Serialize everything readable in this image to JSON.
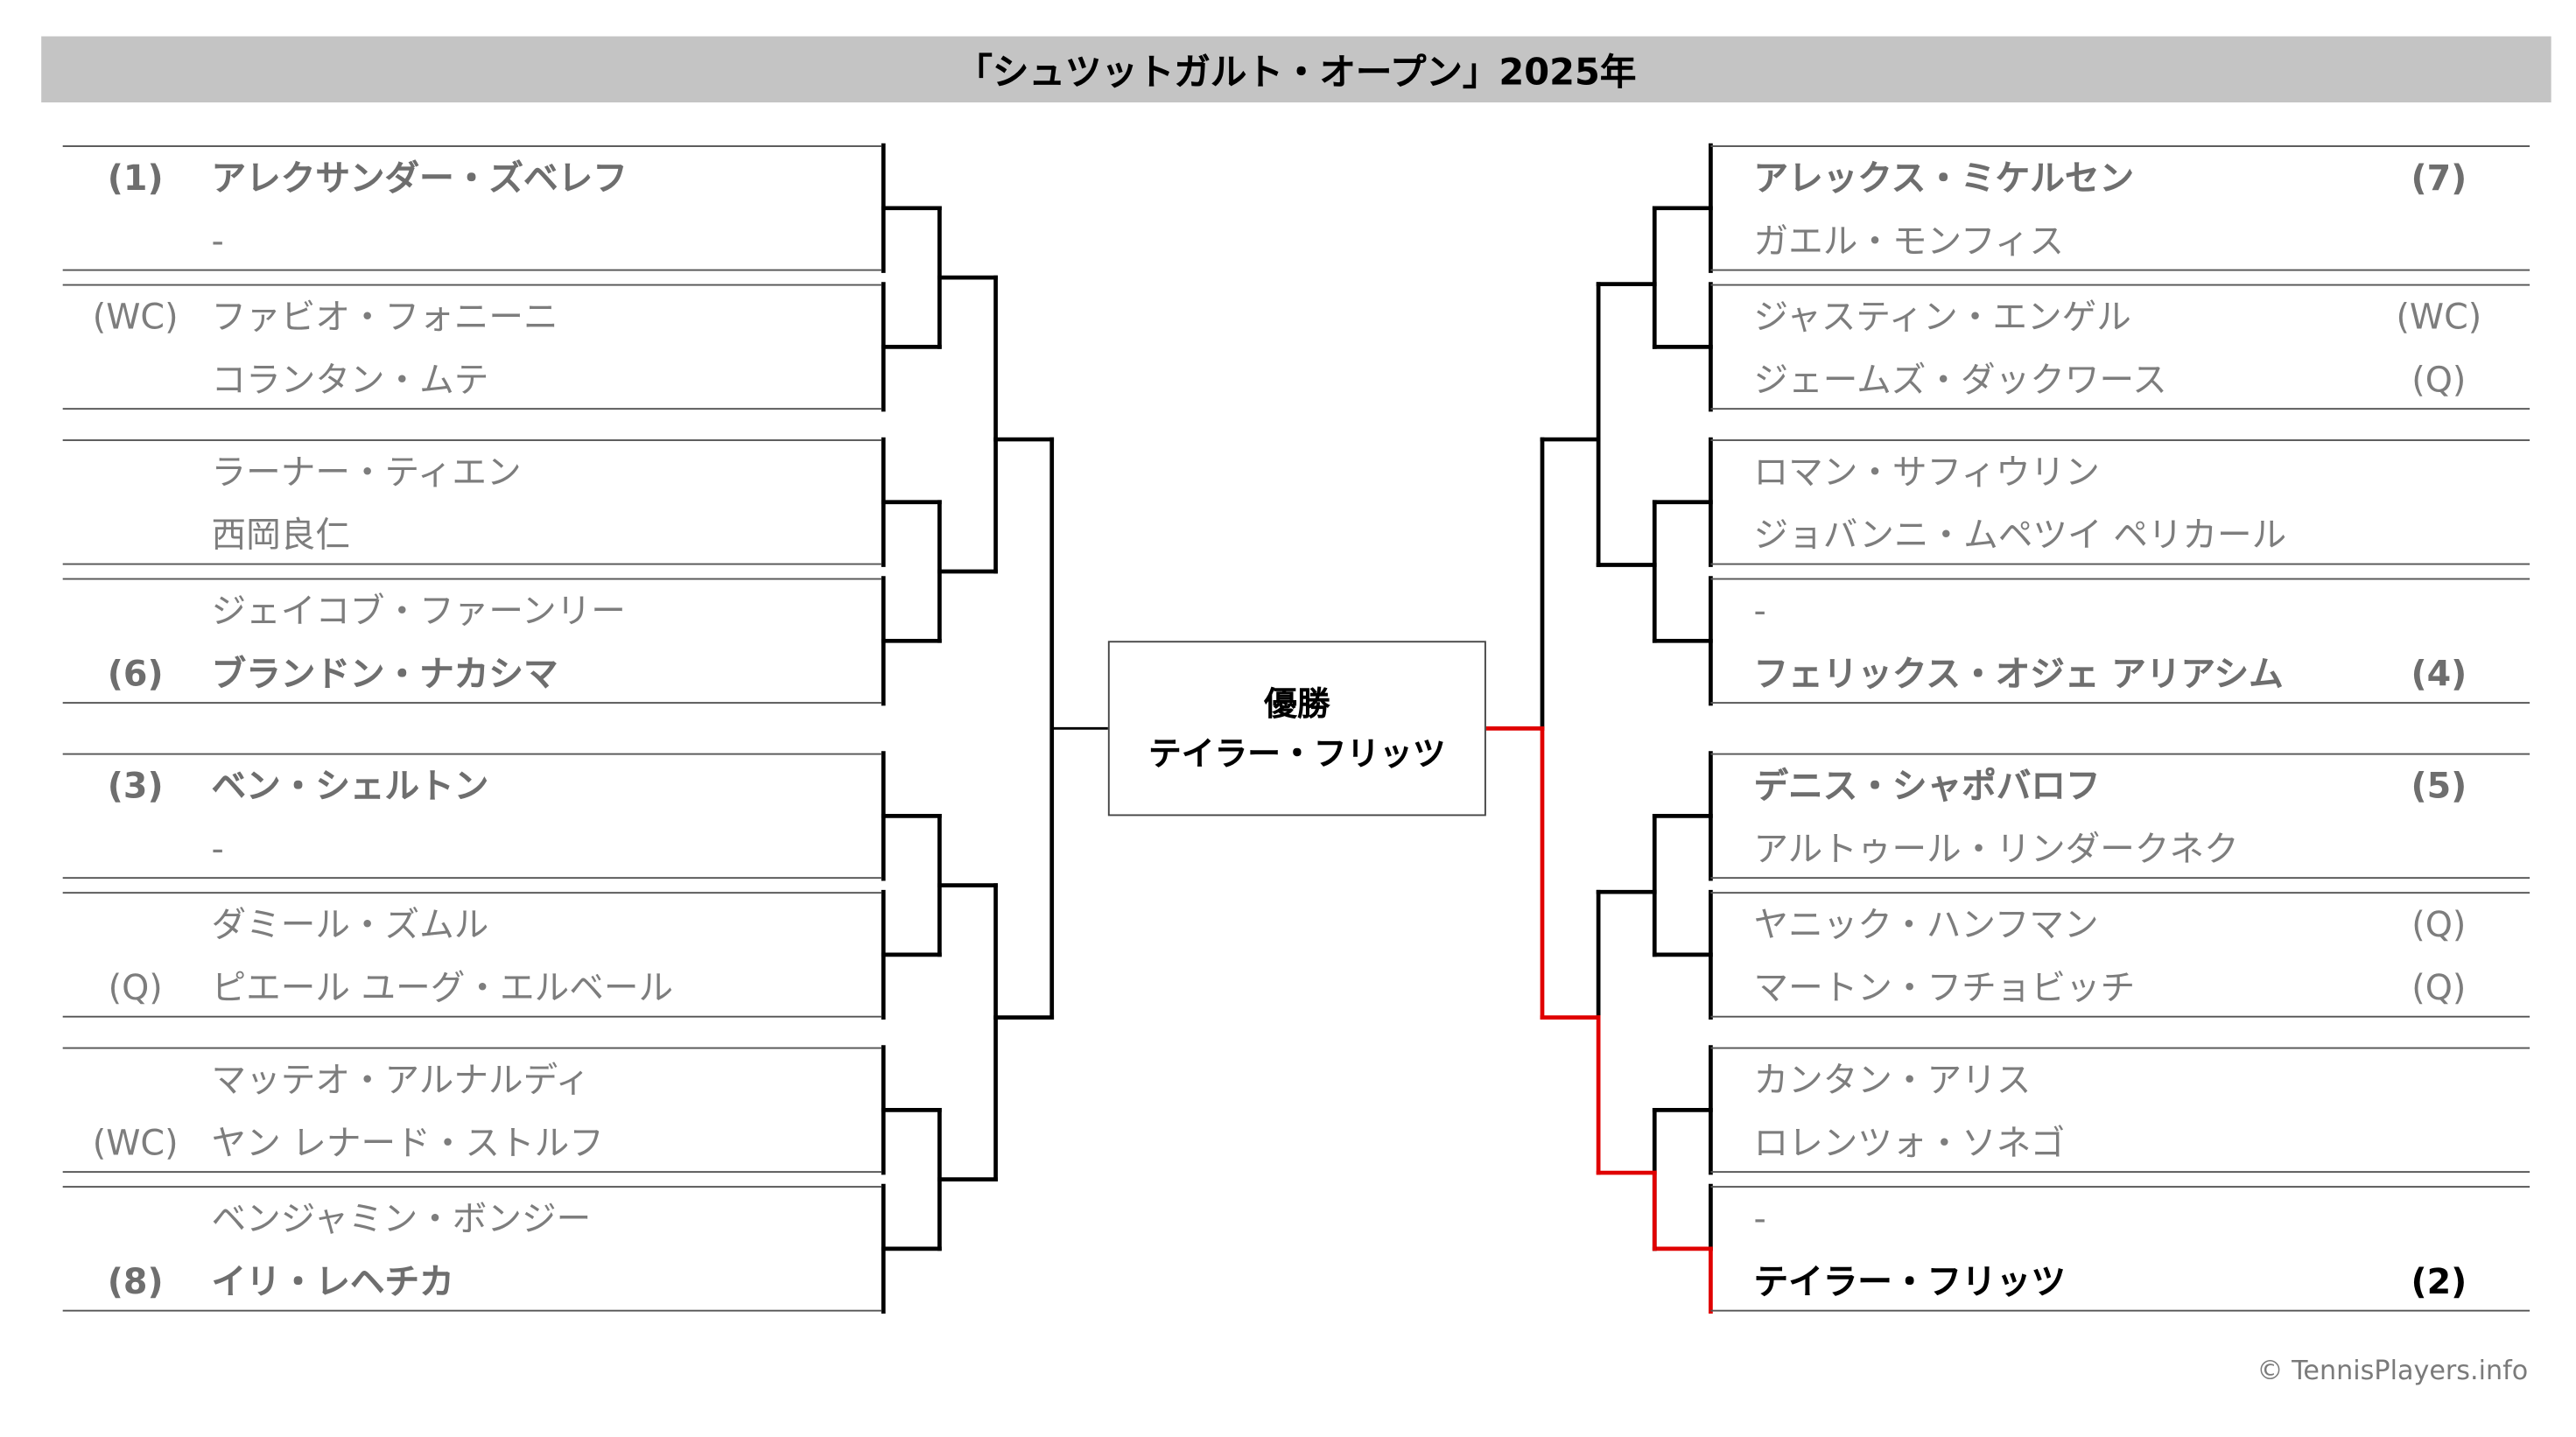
{
  "title": "「シュツットガルト・オープン」2025年",
  "left_entries": [
    {
      "top": {
        "seed": "(1)",
        "name": "アレクサンダー・ズベレフ",
        "win": true
      },
      "bottom": {
        "seed": "",
        "name": "-",
        "win": false
      }
    },
    {
      "top": {
        "seed": "(WC)",
        "name": "ファビオ・フォニーニ",
        "win": false
      },
      "bottom": {
        "seed": "",
        "name": "コランタン・ムテ",
        "win": false
      }
    },
    {
      "top": {
        "seed": "",
        "name": "ラーナー・ティエン",
        "win": false
      },
      "bottom": {
        "seed": "",
        "name": "西岡良仁",
        "win": false
      }
    },
    {
      "top": {
        "seed": "",
        "name": "ジェイコブ・ファーンリー",
        "win": false
      },
      "bottom": {
        "seed": "(6)",
        "name": "ブランドン・ナカシマ",
        "win": true
      }
    },
    {
      "top": {
        "seed": "(3)",
        "name": "ベン・シェルトン",
        "win": true
      },
      "bottom": {
        "seed": "",
        "name": "-",
        "win": false
      }
    },
    {
      "top": {
        "seed": "",
        "name": "ダミール・ズムル",
        "win": false
      },
      "bottom": {
        "seed": "(Q)",
        "name": "ピエール ユーグ・エルベール",
        "win": false
      }
    },
    {
      "top": {
        "seed": "",
        "name": "マッテオ・アルナルディ",
        "win": false
      },
      "bottom": {
        "seed": "(WC)",
        "name": "ヤン レナード・ストルフ",
        "win": false
      }
    },
    {
      "top": {
        "seed": "",
        "name": "ベンジャミン・ボンジー",
        "win": false
      },
      "bottom": {
        "seed": "(8)",
        "name": "イリ・レヘチカ",
        "win": true
      }
    }
  ],
  "right_entries": [
    {
      "top": {
        "seed": "(7)",
        "name": "アレックス・ミケルセン",
        "win": true
      },
      "bottom": {
        "seed": "",
        "name": "ガエル・モンフィス",
        "win": false
      }
    },
    {
      "top": {
        "seed": "(WC)",
        "name": "ジャスティン・エンゲル",
        "win": false
      },
      "bottom": {
        "seed": "(Q)",
        "name": "ジェームズ・ダックワース",
        "win": false
      }
    },
    {
      "top": {
        "seed": "",
        "name": "ロマン・サフィウリン",
        "win": false
      },
      "bottom": {
        "seed": "",
        "name": "ジョバンニ・ムペツイ ペリカール",
        "win": false
      }
    },
    {
      "top": {
        "seed": "",
        "name": "-",
        "win": false
      },
      "bottom": {
        "seed": "(4)",
        "name": "フェリックス・オジェ アリアシム",
        "win": true
      }
    },
    {
      "top": {
        "seed": "(5)",
        "name": "デニス・シャポバロフ",
        "win": true
      },
      "bottom": {
        "seed": "",
        "name": "アルトゥール・リンダークネク",
        "win": false
      }
    },
    {
      "top": {
        "seed": "(Q)",
        "name": "ヤニック・ハンフマン",
        "win": false
      },
      "bottom": {
        "seed": "(Q)",
        "name": "マートン・フチョビッチ",
        "win": false
      }
    },
    {
      "top": {
        "seed": "",
        "name": "カンタン・アリス",
        "win": false
      },
      "bottom": {
        "seed": "",
        "name": "ロレンツォ・ソネゴ",
        "win": false
      }
    },
    {
      "top": {
        "seed": "",
        "name": "-",
        "win": false
      },
      "bottom": {
        "seed": "(2)",
        "name": "テイラー・フリッツ",
        "win": true,
        "champion": true
      }
    }
  ],
  "winner": {
    "label": "優勝",
    "name": "テイラー・フリッツ"
  },
  "colors": {
    "line": "#000000",
    "champion_path": "#e00000",
    "title_bg": "#c4c4c4"
  },
  "copyright": "© TennisPlayers.info"
}
